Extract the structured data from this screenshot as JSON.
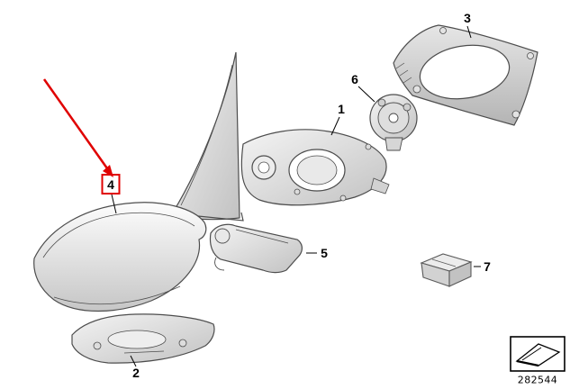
{
  "diagram": {
    "type": "exploded-parts-diagram",
    "subject": "exterior-side-mirror-assembly",
    "highlight_color": "#e00000",
    "line_color": "#4d4d4d",
    "labels": {
      "part1": "1",
      "part2": "2",
      "part3": "3",
      "part4": "4",
      "part5": "5",
      "part6": "6",
      "part7": "7"
    },
    "diagram_number": "282544"
  }
}
